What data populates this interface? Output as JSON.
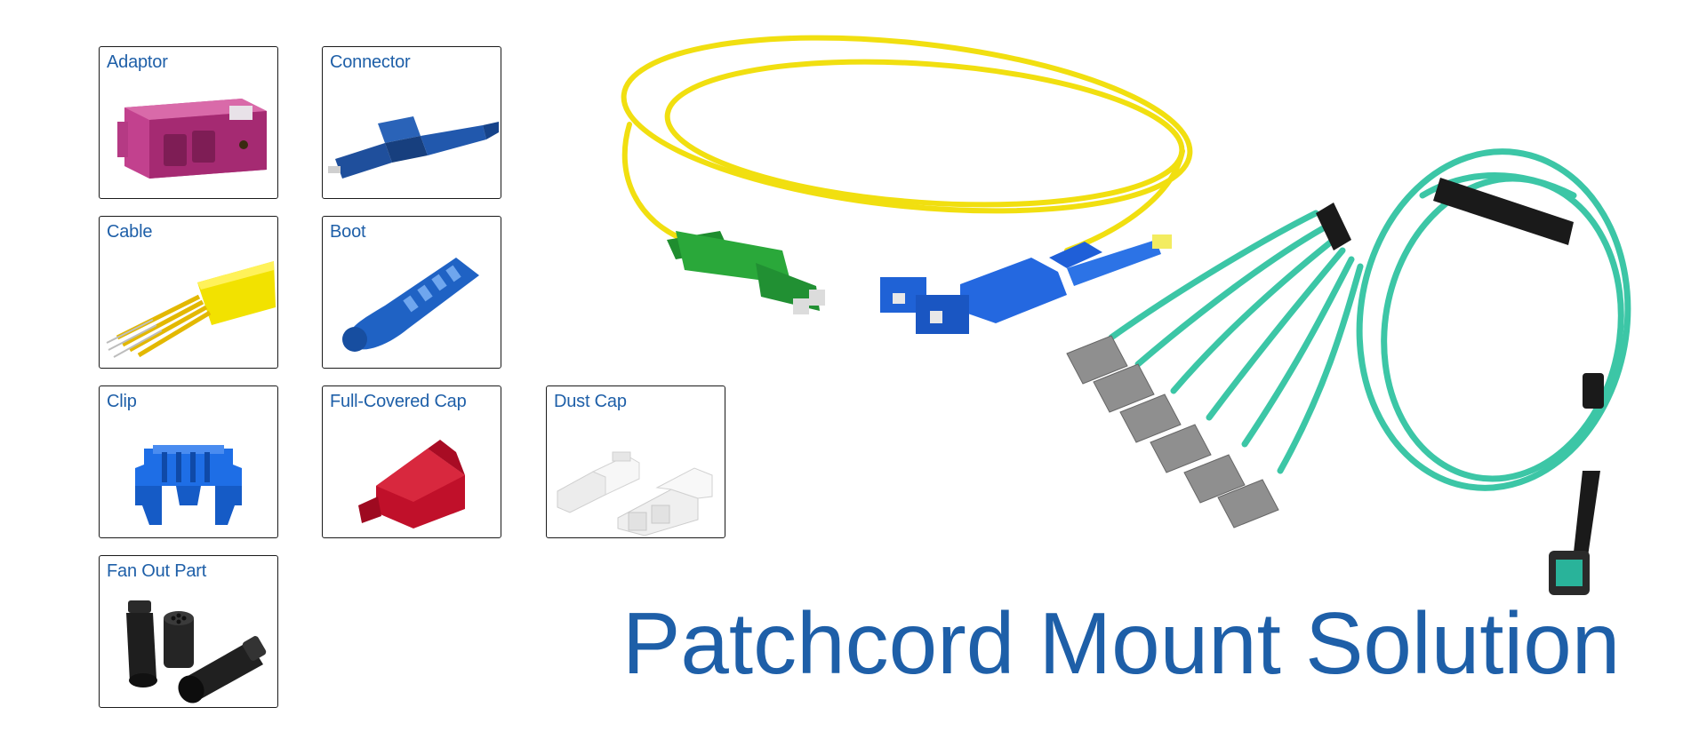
{
  "cards": {
    "adaptor": {
      "label": "Adaptor",
      "icon": "adaptor-icon",
      "color": "#b0307a"
    },
    "connector": {
      "label": "Connector",
      "icon": "connector-icon",
      "color": "#1f4f9c"
    },
    "cable": {
      "label": "Cable",
      "icon": "cable-icon",
      "color": "#e8d800"
    },
    "boot": {
      "label": "Boot",
      "icon": "boot-icon",
      "color": "#1f62c4"
    },
    "clip": {
      "label": "Clip",
      "icon": "clip-icon",
      "color": "#1e6ee6"
    },
    "full_covered_cap": {
      "label": "Full-Covered Cap",
      "icon": "full-covered-cap-icon",
      "color": "#c0102a"
    },
    "dust_cap": {
      "label": "Dust Cap",
      "icon": "dust-cap-icon",
      "color": "#f2f2f2"
    },
    "fan_out_part": {
      "label": "Fan Out Part",
      "icon": "fan-out-part-icon",
      "color": "#1a1a1a"
    }
  },
  "hero": {
    "title": "Patchcord Mount Solution",
    "accent": "#1e5fa8"
  }
}
